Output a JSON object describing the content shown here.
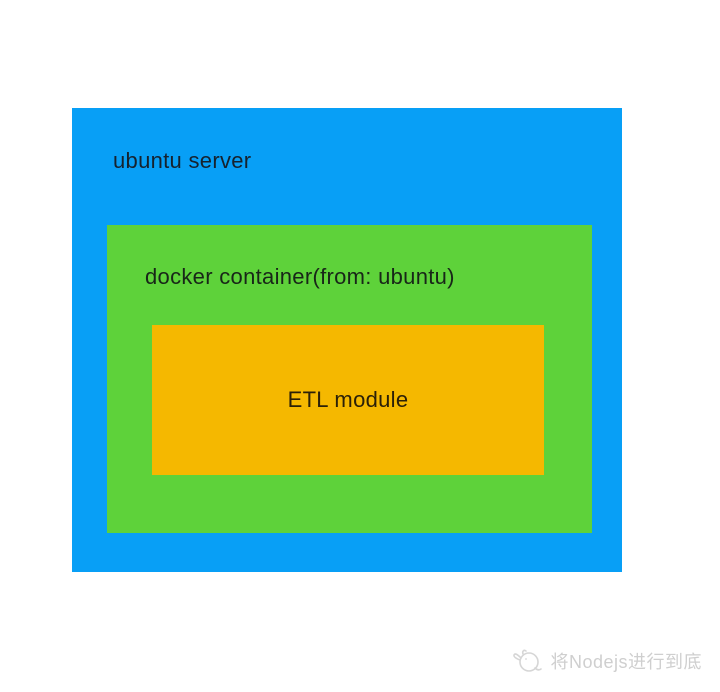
{
  "diagram": {
    "outer_box": {
      "label": "ubuntu server",
      "color": "#089ff6"
    },
    "middle_box": {
      "label": "docker container(from: ubuntu)",
      "color": "#5ed23a"
    },
    "inner_box": {
      "label": "ETL module",
      "color": "#f5b800"
    }
  },
  "watermark": {
    "text": "将Nodejs进行到底",
    "logo_icon": "bird-logo-icon",
    "color": "#cfcfcf"
  }
}
